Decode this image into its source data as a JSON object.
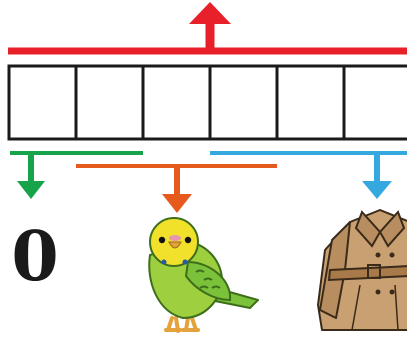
{
  "diagram": {
    "cells": {
      "count": 6
    },
    "result_digit": "0",
    "colors": {
      "top_bracket": "#e8202a",
      "left_bracket": "#17a34a",
      "middle_bracket": "#e65a1e",
      "right_bracket": "#35a8e0",
      "cell_border": "#1a1a1a",
      "digit": "#1a1a1a"
    },
    "pictures": {
      "middle": "budgie-bird",
      "right": "trench-coat"
    }
  }
}
